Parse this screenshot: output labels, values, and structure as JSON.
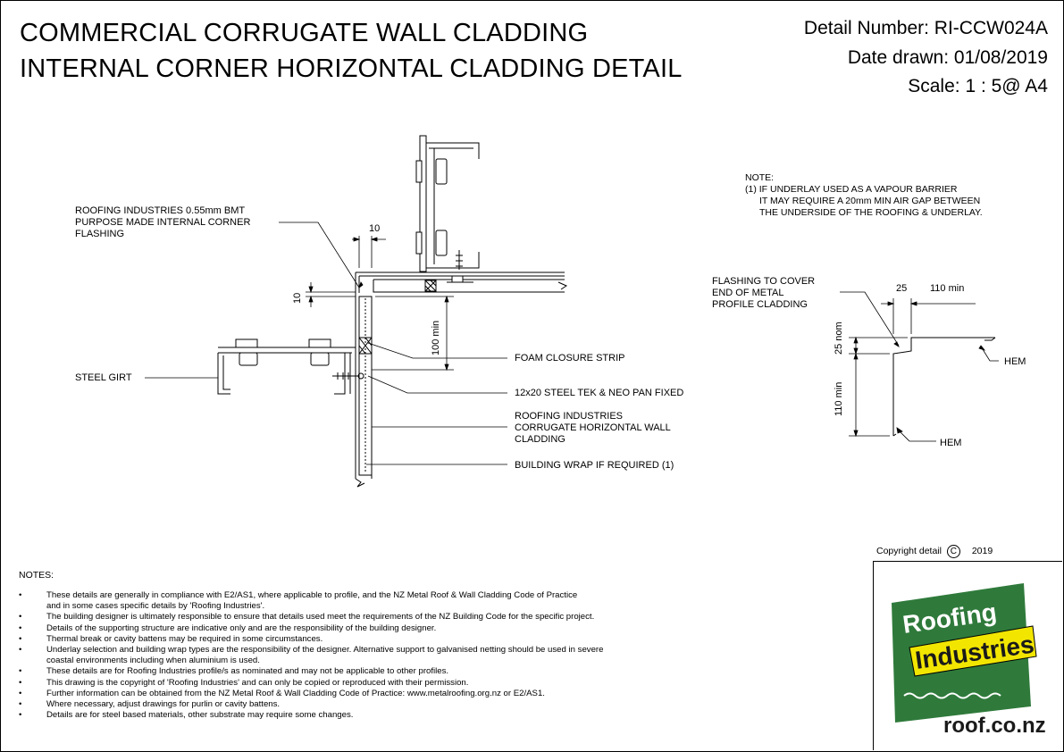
{
  "title": {
    "line1": "COMMERCIAL CORRUGATE WALL CLADDING",
    "line2": "INTERNAL CORNER HORIZONTAL CLADDING DETAIL"
  },
  "header": {
    "detail_number": "Detail Number:  RI-CCW024A",
    "date_drawn": "Date drawn:  01/08/2019",
    "scale": "Scale:   1 : 5@ A4"
  },
  "side_note": {
    "heading": "NOTE:",
    "line1": "(1) IF UNDERLAY USED AS A VAPOUR BARRIER",
    "line2": "IT MAY REQUIRE A 20mm MIN AIR GAP BETWEEN",
    "line3": "THE UNDERSIDE OF THE ROOFING & UNDERLAY."
  },
  "labels": {
    "flashing": [
      "ROOFING INDUSTRIES 0.55mm BMT",
      "PURPOSE MADE INTERNAL CORNER",
      "FLASHING"
    ],
    "steel_girt": "STEEL GIRT",
    "foam": "FOAM CLOSURE STRIP",
    "tek": "12x20 STEEL TEK & NEO PAN FIXED",
    "cladding": [
      "ROOFING INDUSTRIES",
      "CORRUGATE HORIZONTAL WALL",
      "CLADDING"
    ],
    "wrap": "BUILDING WRAP IF REQUIRED (1)",
    "flashing_cover": [
      "FLASHING TO COVER",
      "END OF METAL",
      "PROFILE CLADDING"
    ],
    "hem_top": "HEM",
    "hem_bottom": "HEM"
  },
  "dims": {
    "d10_top": "10",
    "d10_side": "10",
    "d100": "100 min",
    "d25": "25",
    "d110h": "110 min",
    "d25v": "25 nom",
    "d110v": "110 min"
  },
  "notes": {
    "heading": "NOTES:",
    "items": [
      "These details are generally in compliance with E2/AS1, where applicable to profile, and the NZ Metal Roof & Wall Cladding Code of Practice",
      "and in some cases specific details by 'Roofing Industries'.",
      "The building designer is ultimately responsible to ensure that details used meet the requirements of the NZ Building Code for the specific project.",
      "Details of the supporting structure are indicative only and are the responsibility of the building designer.",
      "Thermal break or cavity battens may be required in some circumstances.",
      "Underlay selection and building wrap types are the responsibility of the designer. Alternative support to galvanised netting should be used in severe",
      "coastal environments including when aluminium is used.",
      "These details are for Roofing Industries profile/s as nominated and may not be applicable to other profiles.",
      "This drawing is the copyright of 'Roofing Industries' and can only be copied or reproduced with their permission.",
      "Further information can be obtained from the NZ Metal Roof & Wall Cladding Code of Practice: www.metalroofing.org.nz or E2/AS1.",
      "Where necessary, adjust drawings for purlin or cavity battens.",
      "Details are for steel based materials, other substrate may require some changes."
    ],
    "bullets": [
      "•",
      "",
      "•",
      "•",
      "•",
      "•",
      "",
      "•",
      "•",
      "•",
      "•",
      "•"
    ]
  },
  "copyright": {
    "text": "Copyright detail",
    "symbol": "C",
    "year": "2019"
  },
  "logo": {
    "word1": "Roofing",
    "word2": "Industries",
    "url": "roof.co.nz",
    "green": "#2f7a3b",
    "yellow": "#f2e600"
  }
}
